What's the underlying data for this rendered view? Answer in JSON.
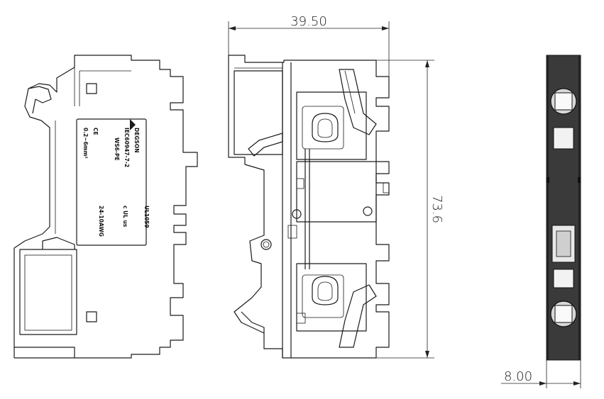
{
  "dimensions": {
    "width_label": "39.50",
    "height_label": "73.6",
    "thickness_label": "8.00"
  },
  "label": {
    "brand": "DEGSON",
    "standard": "IEC60947-7-2",
    "model": "WS6-PE",
    "ce_mark": "CE",
    "cross_section": "0.2~6mm²",
    "gauge": "24-10AWG",
    "ul_cert": "UL1059",
    "ul_mark": "c UL us"
  },
  "colors": {
    "line": "#1a1a1a",
    "terminal_body": "#3a3a3a",
    "background": "#ffffff"
  }
}
